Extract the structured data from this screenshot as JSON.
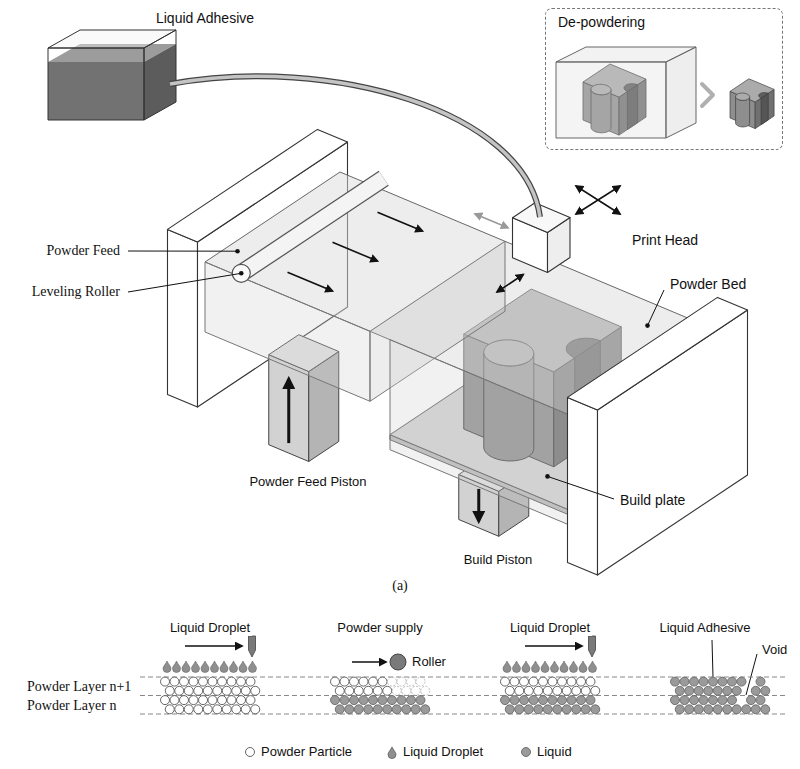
{
  "diagram": {
    "nodes": [
      {
        "text": [
          "De-powdering"
        ]
      }
    ],
    "labels": [
      "Liquid Adhesive",
      "Print Head",
      "Powder Feed",
      "Leveling Roller",
      "Powder Bed",
      "Powder Feed Piston",
      "Build plate",
      "Build Piston",
      "(a)",
      "Liquid Droplet",
      "Powder supply",
      "Liquid Droplet",
      "Liquid Adhesive",
      "Void",
      "Roller",
      "Powder Layer n+1",
      "Powder Layer n"
    ],
    "legend": [
      {
        "text": "Powder Particle"
      },
      {
        "text": "Liquid Droplet"
      },
      {
        "text": "Liquid",
        "color": "#9a9a9a"
      }
    ]
  }
}
